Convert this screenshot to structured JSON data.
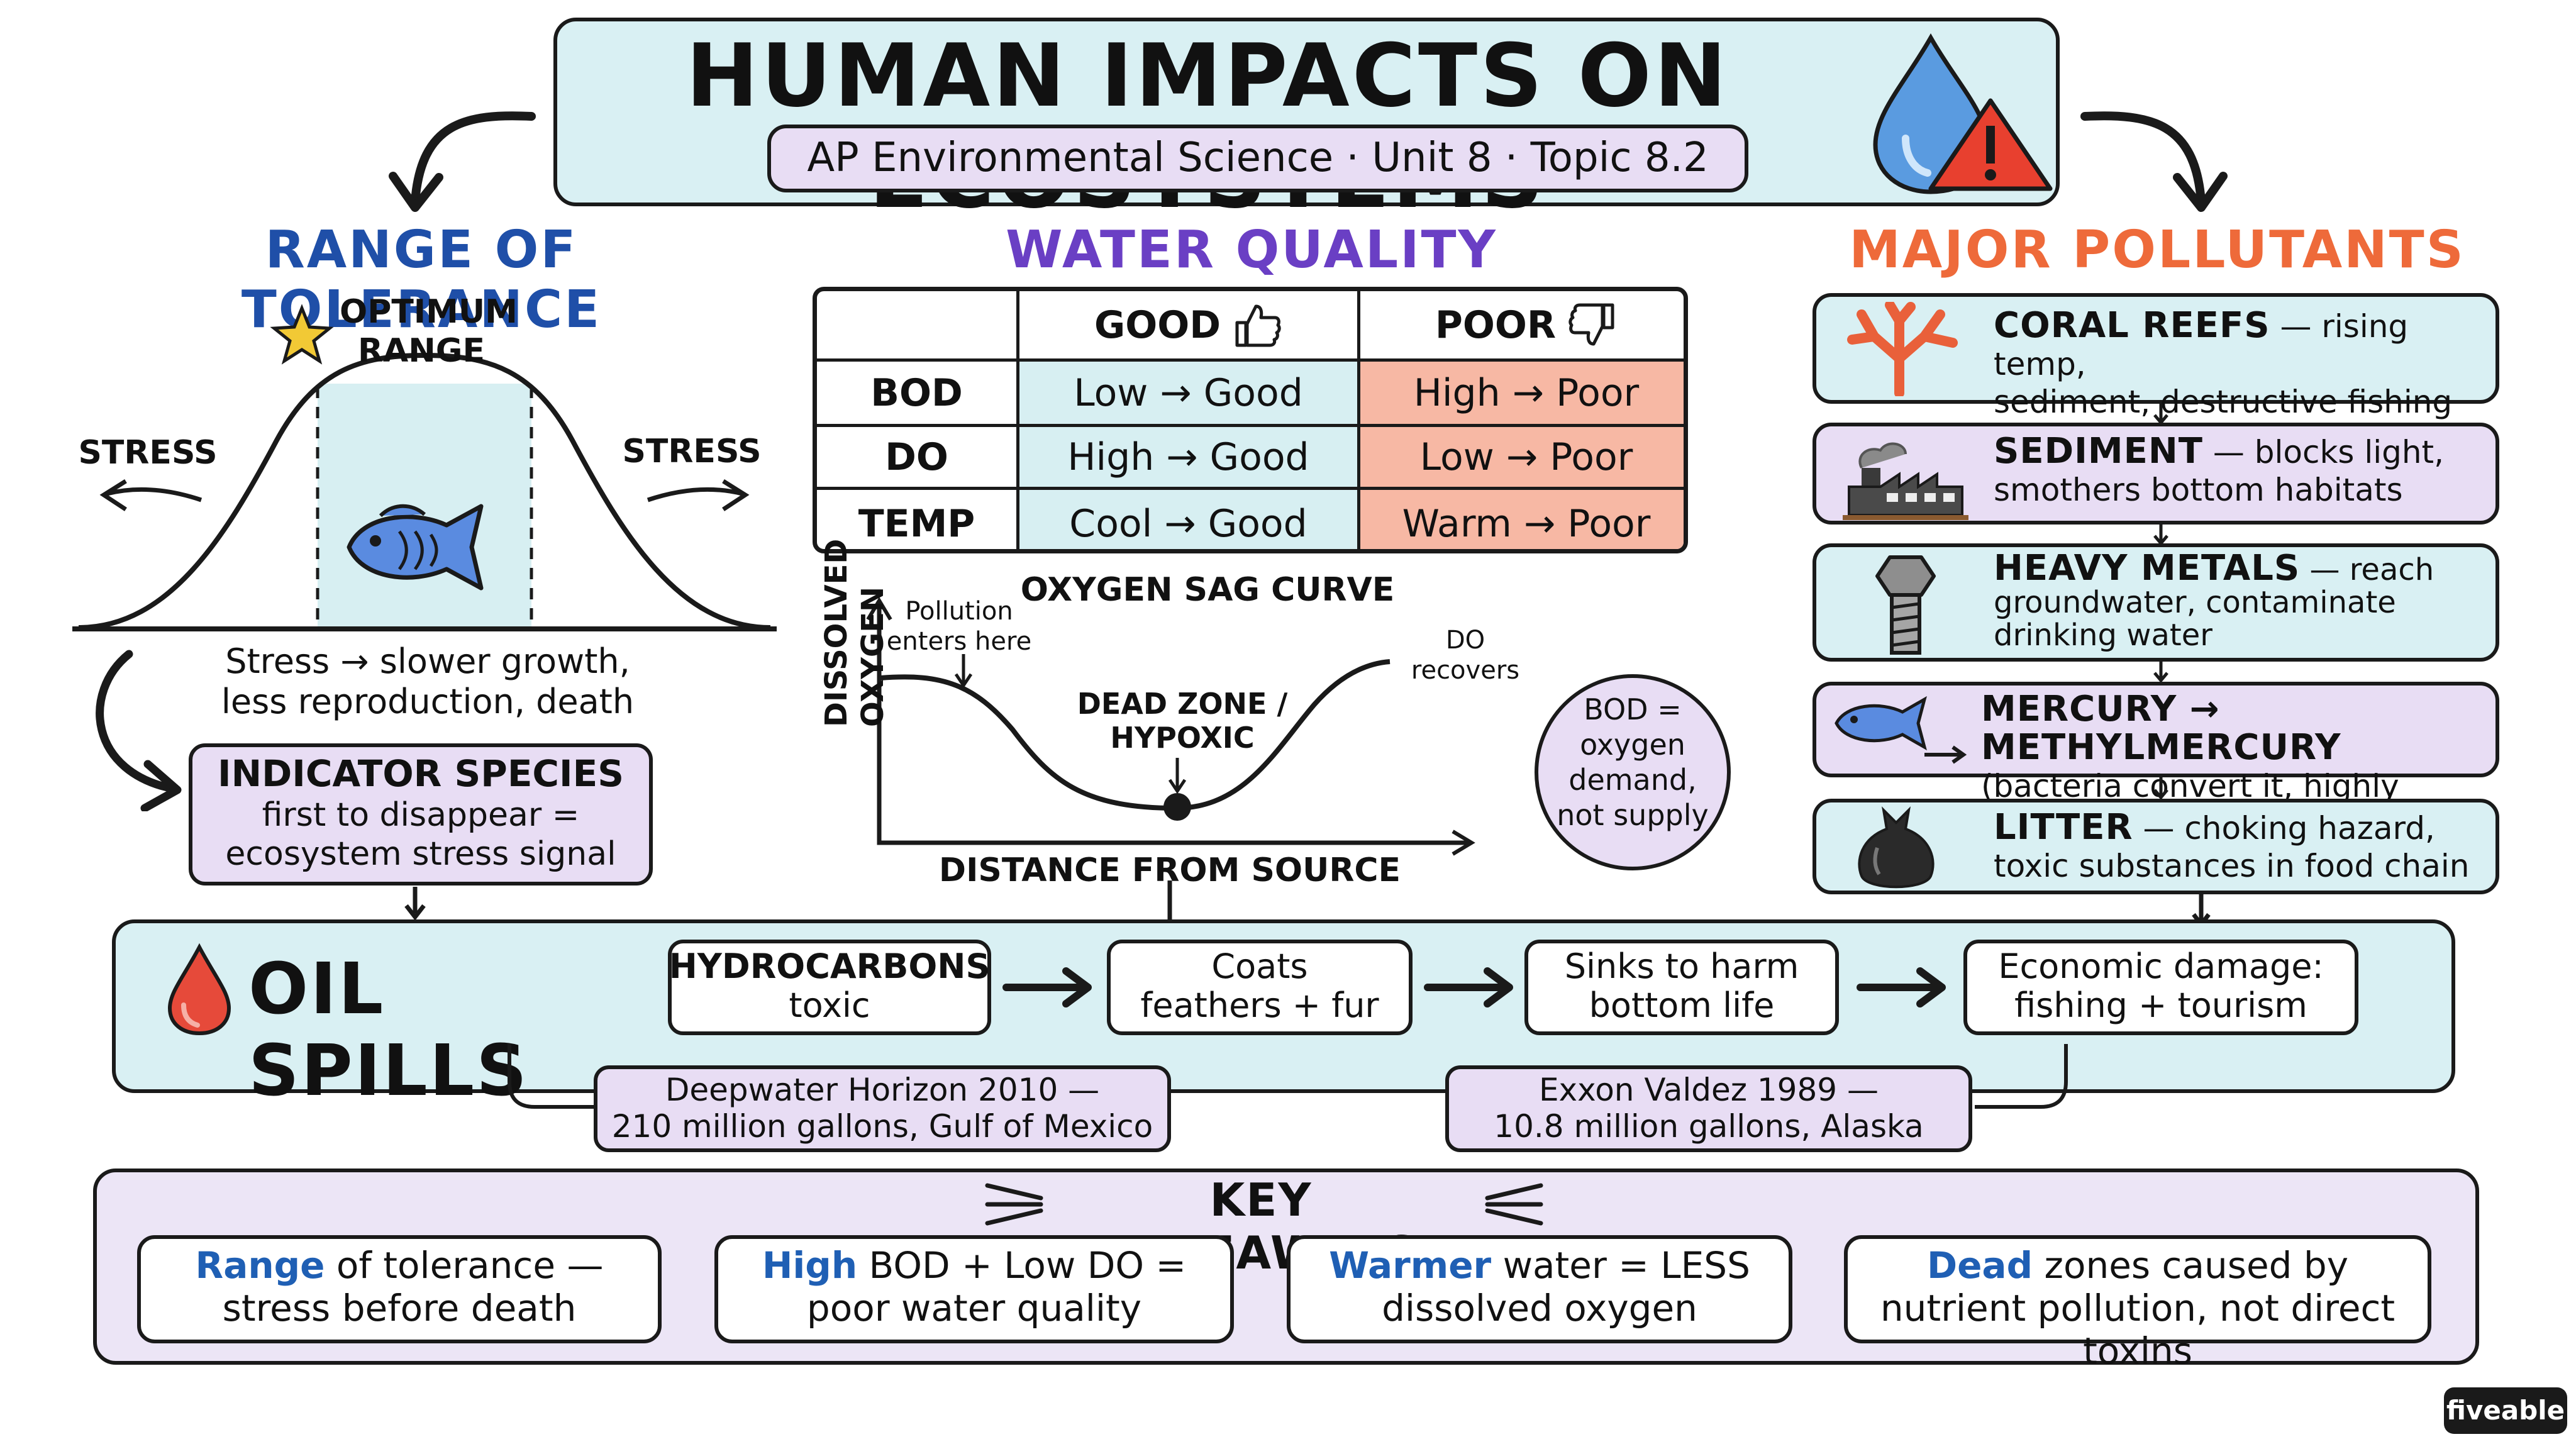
{
  "header": {
    "title": "HUMAN IMPACTS ON ECOSYSTEMS",
    "subtitle": "AP Environmental Science · Unit 8 · Topic 8.2"
  },
  "tolerance": {
    "heading": "RANGE OF TOLERANCE",
    "optimum": "OPTIMUM",
    "range": "RANGE",
    "stress_left": "STRESS",
    "stress_right": "STRESS",
    "effects_1": "Stress → slower growth,",
    "effects_2": "less reproduction, death",
    "indicator_title": "INDICATOR SPECIES",
    "indicator_1": "first to disappear =",
    "indicator_2": "ecosystem stress signal"
  },
  "water_quality": {
    "heading": "WATER QUALITY",
    "col_good": "GOOD",
    "col_poor": "POOR",
    "rows": [
      {
        "param": "BOD",
        "good": "Low → Good",
        "poor": "High → Poor"
      },
      {
        "param": "DO",
        "good": "High → Good",
        "poor": "Low → Poor"
      },
      {
        "param": "TEMP",
        "good": "Cool → Good",
        "poor": "Warm → Poor"
      }
    ]
  },
  "sag_curve": {
    "title": "OXYGEN SAG CURVE",
    "ylabel_1": "DISSOLVED",
    "ylabel_2": "OXYGEN",
    "xlabel": "DISTANCE FROM SOURCE",
    "pollution_1": "Pollution",
    "pollution_2": "enters here",
    "dead_1": "DEAD ZONE /",
    "dead_2": "HYPOXIC",
    "recover_1": "DO",
    "recover_2": "recovers",
    "bod_1": "BOD =",
    "bod_2": "oxygen",
    "bod_3": "demand,",
    "bod_4": "not supply"
  },
  "pollutants": {
    "heading": "MAJOR POLLUTANTS",
    "items": [
      {
        "name": "CORAL REEFS",
        "line1": " — rising temp,",
        "line2": "sediment, destructive fishing",
        "line3": "",
        "icon": "coral-icon"
      },
      {
        "name": "SEDIMENT",
        "line1": " — blocks light,",
        "line2": "smothers bottom habitats",
        "line3": "",
        "icon": "factory-icon"
      },
      {
        "name": "HEAVY METALS",
        "line1": " — reach",
        "line2": "groundwater, contaminate",
        "line3": "drinking water",
        "icon": "bolt-icon"
      },
      {
        "name": "MERCURY → METHYLMERCURY",
        "line1": "",
        "line2": "(bacteria convert it, highly toxic)",
        "line3": "",
        "icon": "fish-icon"
      },
      {
        "name": "LITTER",
        "line1": " — choking hazard,",
        "line2": "toxic substances in food chain",
        "line3": "",
        "icon": "trash-bag-icon"
      }
    ]
  },
  "oil_spills": {
    "heading": "OIL SPILLS",
    "steps": [
      {
        "l1": "HYDROCARBONS",
        "l2": "toxic"
      },
      {
        "l1": "Coats",
        "l2": "feathers + fur"
      },
      {
        "l1": "Sinks to harm",
        "l2": "bottom life"
      },
      {
        "l1": "Economic damage:",
        "l2": "fishing + tourism"
      }
    ],
    "examples": [
      {
        "l1": "Deepwater Horizon 2010 —",
        "l2": "210 million gallons, Gulf of Mexico"
      },
      {
        "l1": "Exxon Valdez 1989 —",
        "l2": "10.8 million gallons, Alaska"
      }
    ]
  },
  "takeaways": {
    "heading": "KEY TAKEAWAYS",
    "items": [
      {
        "key": "Range",
        "rest1": " of tolerance —",
        "line2": "stress before death"
      },
      {
        "key": "High",
        "rest1": " BOD + Low DO =",
        "line2": "poor water quality"
      },
      {
        "key": "Warmer",
        "rest1": " water = LESS",
        "line2": "dissolved oxygen"
      },
      {
        "key": "Dead",
        "rest1": " zones caused by",
        "line2": "nutrient pollution, not direct toxins"
      }
    ]
  },
  "brand": "fiveable",
  "colors": {
    "tolerance_heading": "#1f4fa8",
    "water_heading": "#6a3fc4",
    "pollutant_heading": "#ee6a3a",
    "good_cell": "#d7eff2",
    "poor_cell": "#f7b8a4",
    "lavender": "#e8ddf4",
    "light_blue": "#d9f0f3"
  }
}
